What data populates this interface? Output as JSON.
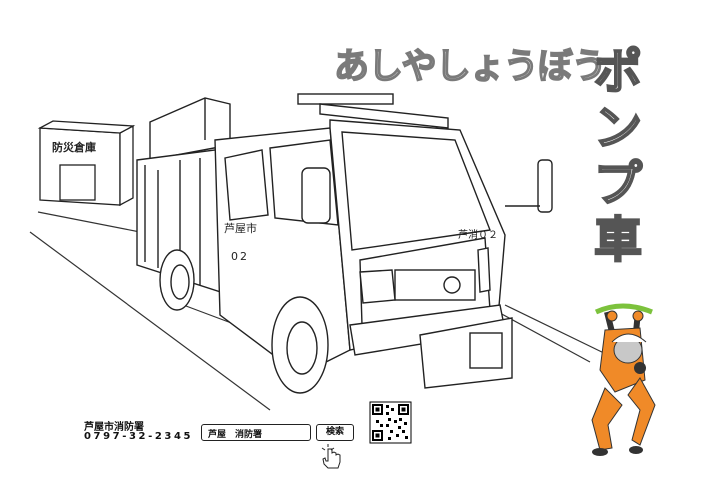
{
  "title_hiragana": "あしやしょうぼう",
  "title_vertical": [
    "ポ",
    "ン",
    "プ",
    "車"
  ],
  "building_sign": "防災倉庫",
  "truck": {
    "side_text": "芦屋市",
    "side_number": "02",
    "front_text": "芦消０２"
  },
  "footer": {
    "org_name": "芦屋市消防署",
    "phone": "0797-32-2345",
    "search_query": "芦屋　消防署",
    "search_button": "検索"
  },
  "colors": {
    "mascot_orange": "#f08a28",
    "mascot_green": "#7cc23c",
    "outline": "#7a7a7a"
  }
}
